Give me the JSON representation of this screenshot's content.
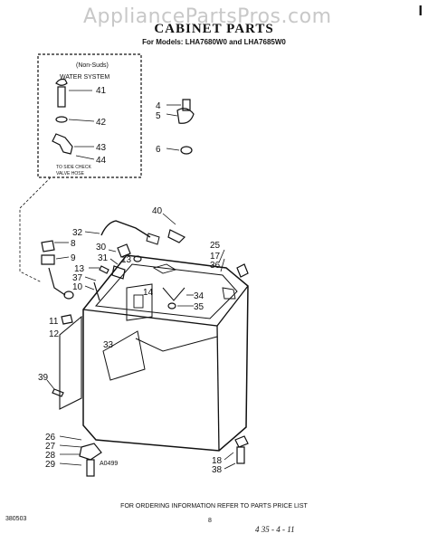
{
  "watermark": "AppliancePartsPros.com",
  "corner_mark": "I",
  "title": "CABINET PARTS",
  "subtitle": "For Models: LHA7680W0 and LHA7685W0",
  "inset": {
    "line1": "(Non-Suds)",
    "line2": "WATER SYSTEM",
    "note1": "TO SIDE CHECK",
    "note2": "VALVE HOSE"
  },
  "callouts": [
    "41",
    "42",
    "43",
    "44",
    "4",
    "5",
    "6",
    "40",
    "32",
    "8",
    "9",
    "30",
    "31",
    "13",
    "13",
    "37",
    "10",
    "14",
    "25",
    "17",
    "36",
    "34",
    "35",
    "11",
    "12",
    "33",
    "39",
    "26",
    "27",
    "28",
    "29",
    "18",
    "38"
  ],
  "figure_code": "A0499",
  "footer": "FOR ORDERING INFORMATION REFER TO PARTS PRICE LIST",
  "doc_number": "380503",
  "page_number": "8",
  "handwritten_note": "4 35 - 4 - 11"
}
